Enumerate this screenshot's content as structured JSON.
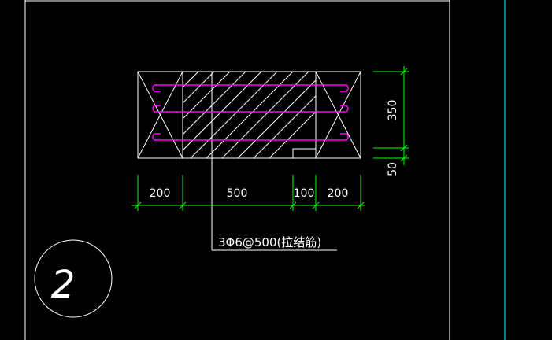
{
  "drawing": {
    "dimensions": {
      "horizontal": [
        "200",
        "500",
        "100",
        "200"
      ],
      "vertical": [
        "350",
        "50"
      ]
    },
    "rebar_note": "3Φ6@500(拉结筋)",
    "detail_number": "2",
    "colors": {
      "background": "#000000",
      "lines": "#ffffff",
      "dimensions": "#00ff00",
      "rebar": "#ff00ff",
      "frame_right": "#00ffff"
    }
  }
}
